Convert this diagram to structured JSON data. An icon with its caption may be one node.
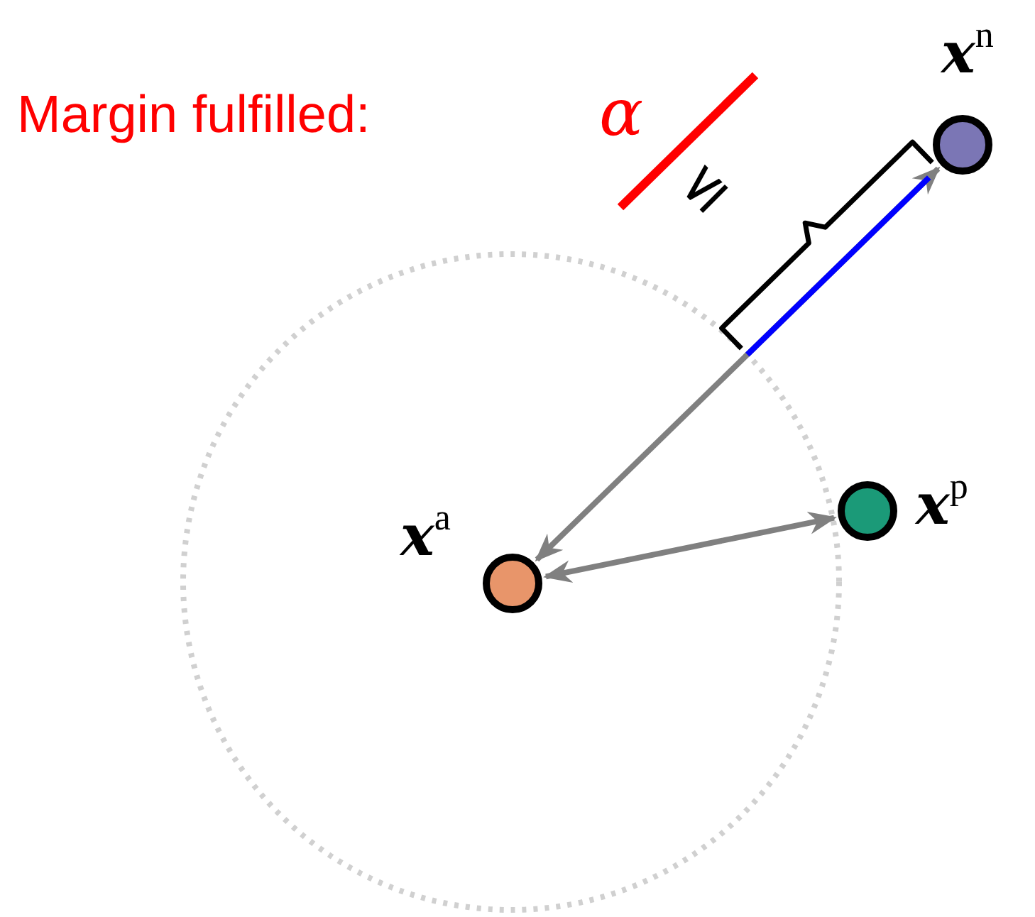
{
  "diagram": {
    "nodes": [
      {
        "text": [],
        "shape": "circle",
        "beside": [
          "**x**$^{n}$"
        ]
      },
      {
        "text": [],
        "shape": "circle",
        "beside": [
          "**x**$^{p}$"
        ]
      },
      {
        "text": [],
        "shape": "circle",
        "beside": [
          "**x**$^{a}$"
        ]
      }
    ],
    "edges": [
      {
        "from": 0,
        "to": 2,
        "arrow": "both"
      },
      {
        "from": 2,
        "to": 1,
        "arrow": "both"
      }
    ],
    "labels": [
      "Margin fulfilled:",
      "α",
      "≤"
    ]
  }
}
